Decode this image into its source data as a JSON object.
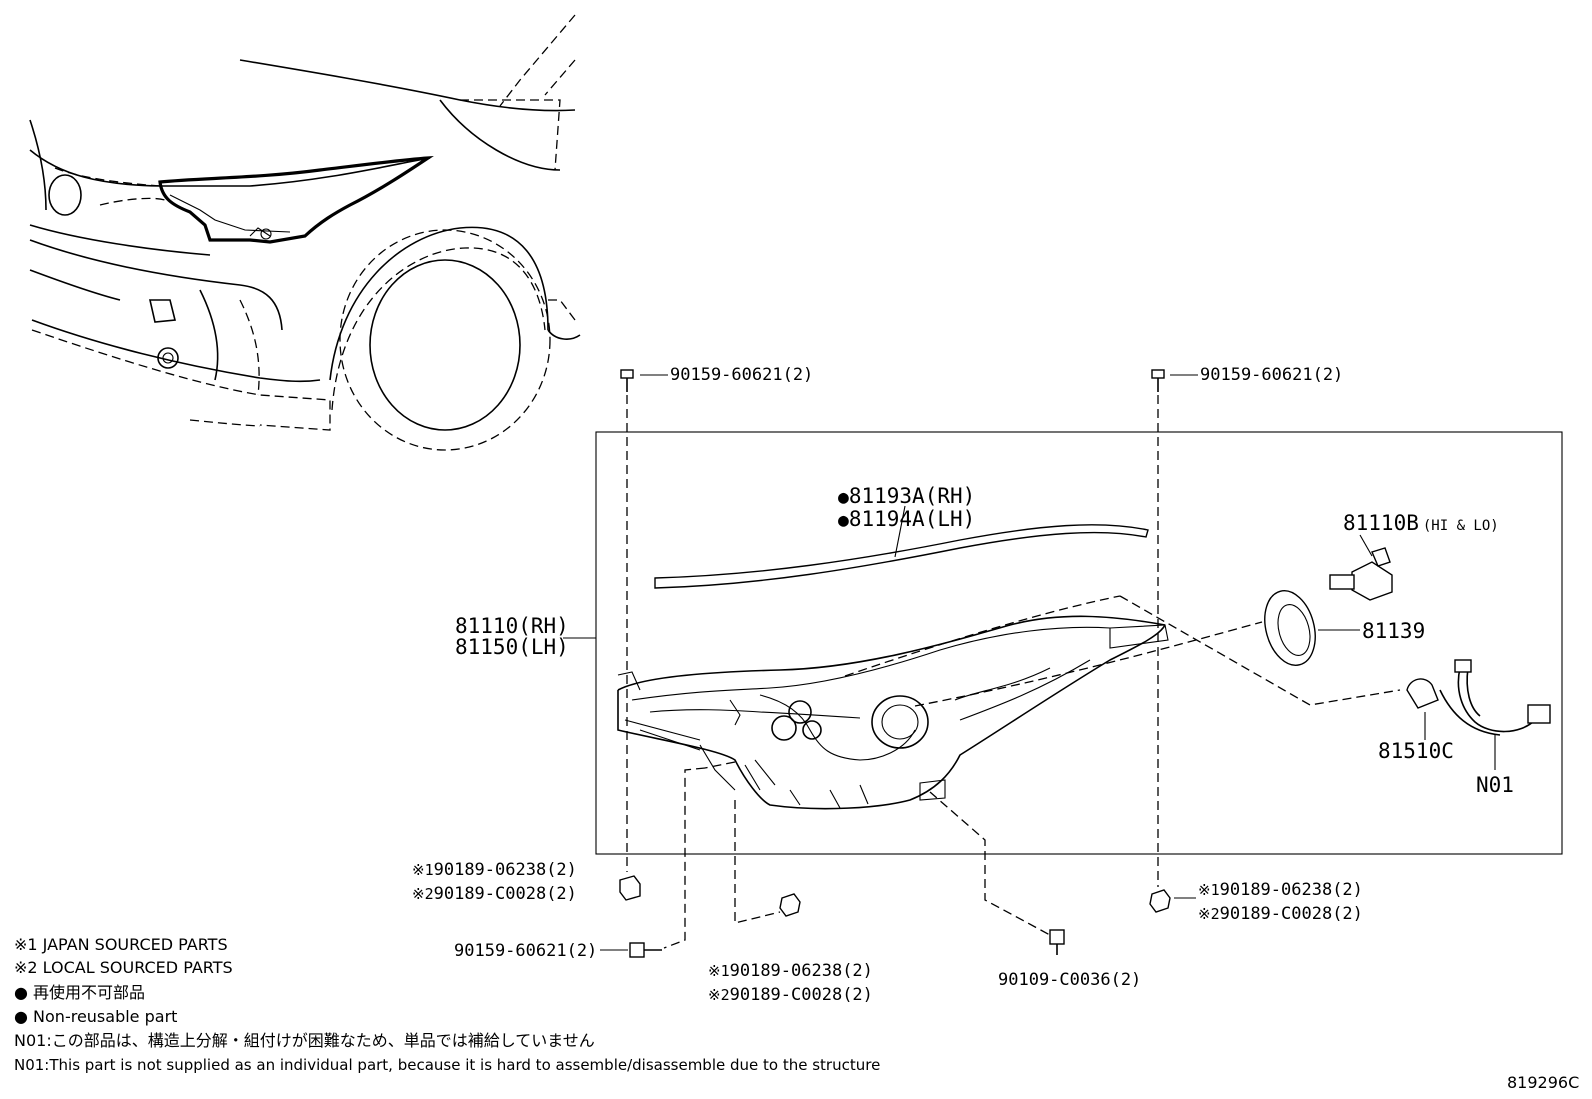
{
  "parts": {
    "bolt_top_left": "90159-60621(2)",
    "bolt_top_right": "90159-60621(2)",
    "moulding_rh": "81193A(RH)",
    "moulding_lh": "81194A(LH)",
    "headlamp_rh": "81110(RH)",
    "headlamp_lh": "81150(LH)",
    "bulb_hi_lo": "81110B",
    "bulb_hi_lo_suffix": "(HI & LO)",
    "cover": "81139",
    "turn_bulb": "81510C",
    "harness": "N01",
    "left_clip_1": "90189-06238(2)",
    "left_clip_2": "90189-C0028(2)",
    "left_bolt": "90159-60621(2)",
    "center_clip_1": "90189-06238(2)",
    "center_clip_2": "90189-C0028(2)",
    "screw": "90109-C0036(2)",
    "right_clip_1": "90189-06238(2)",
    "right_clip_2": "90189-C0028(2)"
  },
  "marks": {
    "ref1": "※1",
    "ref2": "※2",
    "non_reusable": "●"
  },
  "legend": {
    "note1": "※1 JAPAN SOURCED PARTS",
    "note2": "※2 LOCAL SOURCED PARTS",
    "note3": "● 再使用不可部品",
    "note4": "● Non-reusable part",
    "note5": "N01:この部品は、構造上分解・組付けが困難なため、単品では補給していません",
    "note6": "N01:This part is not supplied as an individual part, because it is hard to assemble/disassemble due to the structure"
  },
  "diagram_code": "819296C"
}
